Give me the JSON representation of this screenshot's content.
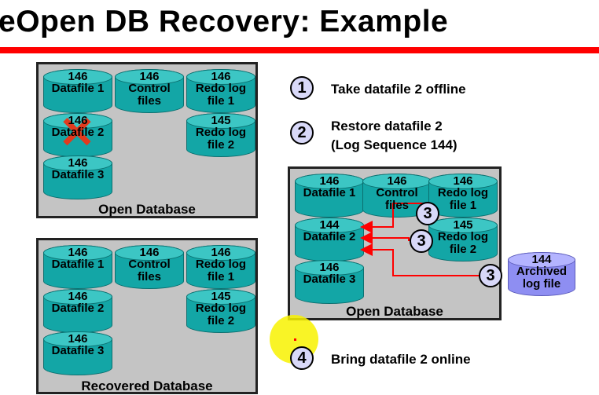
{
  "title": "eOpen DB Recovery: Example",
  "top_db": {
    "caption": "Open Database",
    "datafile1": {
      "seq": "146",
      "label": "Datafile 1"
    },
    "control": {
      "seq": "146",
      "label": "Control files"
    },
    "redo1": {
      "seq": "146",
      "label": "Redo log file 1"
    },
    "datafile2": {
      "seq": "146",
      "label": "Datafile 2"
    },
    "redo2": {
      "seq": "145",
      "label": "Redo log file 2"
    },
    "datafile3": {
      "seq": "146",
      "label": "Datafile 3"
    }
  },
  "bottom_db": {
    "caption": "Recovered Database",
    "datafile1": {
      "seq": "146",
      "label": "Datafile 1"
    },
    "control": {
      "seq": "146",
      "label": "Control files"
    },
    "redo1": {
      "seq": "146",
      "label": "Redo log file 1"
    },
    "datafile2": {
      "seq": "146",
      "label": "Datafile 2"
    },
    "redo2": {
      "seq": "145",
      "label": "Redo log file 2"
    },
    "datafile3": {
      "seq": "146",
      "label": "Datafile 3"
    }
  },
  "right_db": {
    "caption": "Open Database",
    "datafile1": {
      "seq": "146",
      "label": "Datafile 1"
    },
    "control": {
      "seq": "146",
      "label": "Control files"
    },
    "redo1": {
      "seq": "146",
      "label": "Redo log file 1"
    },
    "datafile2": {
      "seq": "144",
      "label": "Datafile 2"
    },
    "redo2": {
      "seq": "145",
      "label": "Redo log file 2"
    },
    "datafile3": {
      "seq": "146",
      "label": "Datafile 3"
    }
  },
  "archived": {
    "seq": "144",
    "label": "Archived log file"
  },
  "steps": [
    {
      "num": "1",
      "text": "Take datafile 2 offline"
    },
    {
      "num": "2",
      "text_line1": "Restore datafile 2",
      "text_line2": "(Log Sequence 144)"
    },
    {
      "num": "3"
    },
    {
      "num": "4",
      "text": "Bring datafile 2 online"
    }
  ],
  "colors": {
    "accent_red": "#ff0000",
    "cylinder": "#13a6a6",
    "archive": "#8e8ef2",
    "box": "#c4c4c4"
  }
}
